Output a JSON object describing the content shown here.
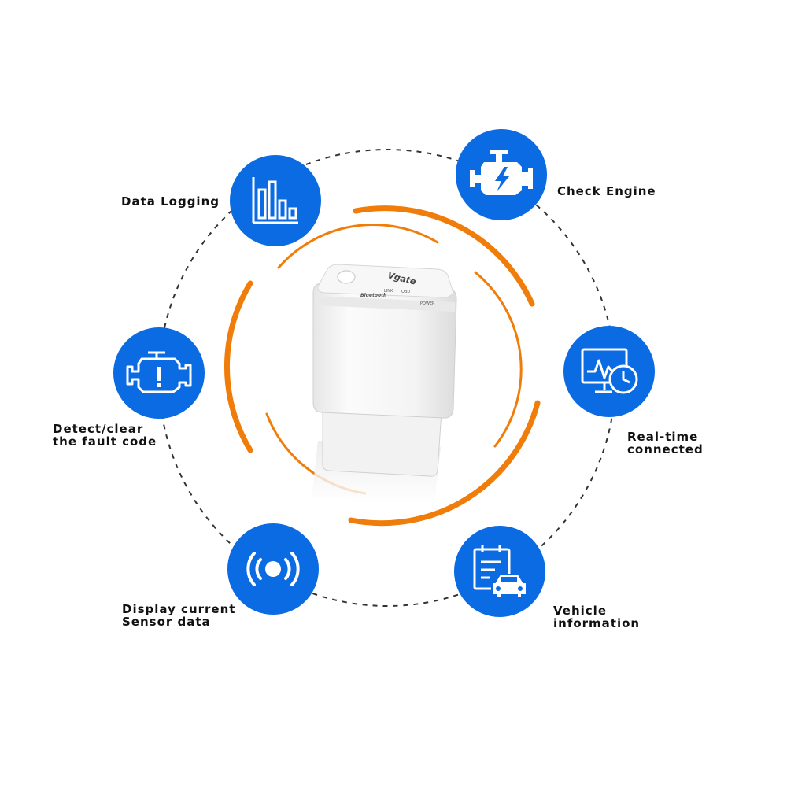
{
  "device": {
    "brand": "Vgate",
    "bluetooth_label": "Bluetooth",
    "led_labels": [
      "LINK",
      "OBD",
      "POWER"
    ]
  },
  "colors": {
    "feature_blue": "#0a6be3",
    "ring_orange": "#f07d0a",
    "dash_gray": "#333333"
  },
  "features": [
    {
      "icon": "bar-chart-icon",
      "lines": [
        "Data Logging"
      ]
    },
    {
      "icon": "check-engine-icon",
      "lines": [
        "Check Engine"
      ]
    },
    {
      "icon": "engine-warning-icon",
      "lines": [
        "Detect/clear",
        "the fault code"
      ]
    },
    {
      "icon": "monitor-clock-icon",
      "lines": [
        "Real-time",
        "connected"
      ]
    },
    {
      "icon": "sensor-signal-icon",
      "lines": [
        "Display current",
        "Sensor data"
      ]
    },
    {
      "icon": "vehicle-calendar-icon",
      "lines": [
        "Vehicle",
        "information"
      ]
    }
  ]
}
